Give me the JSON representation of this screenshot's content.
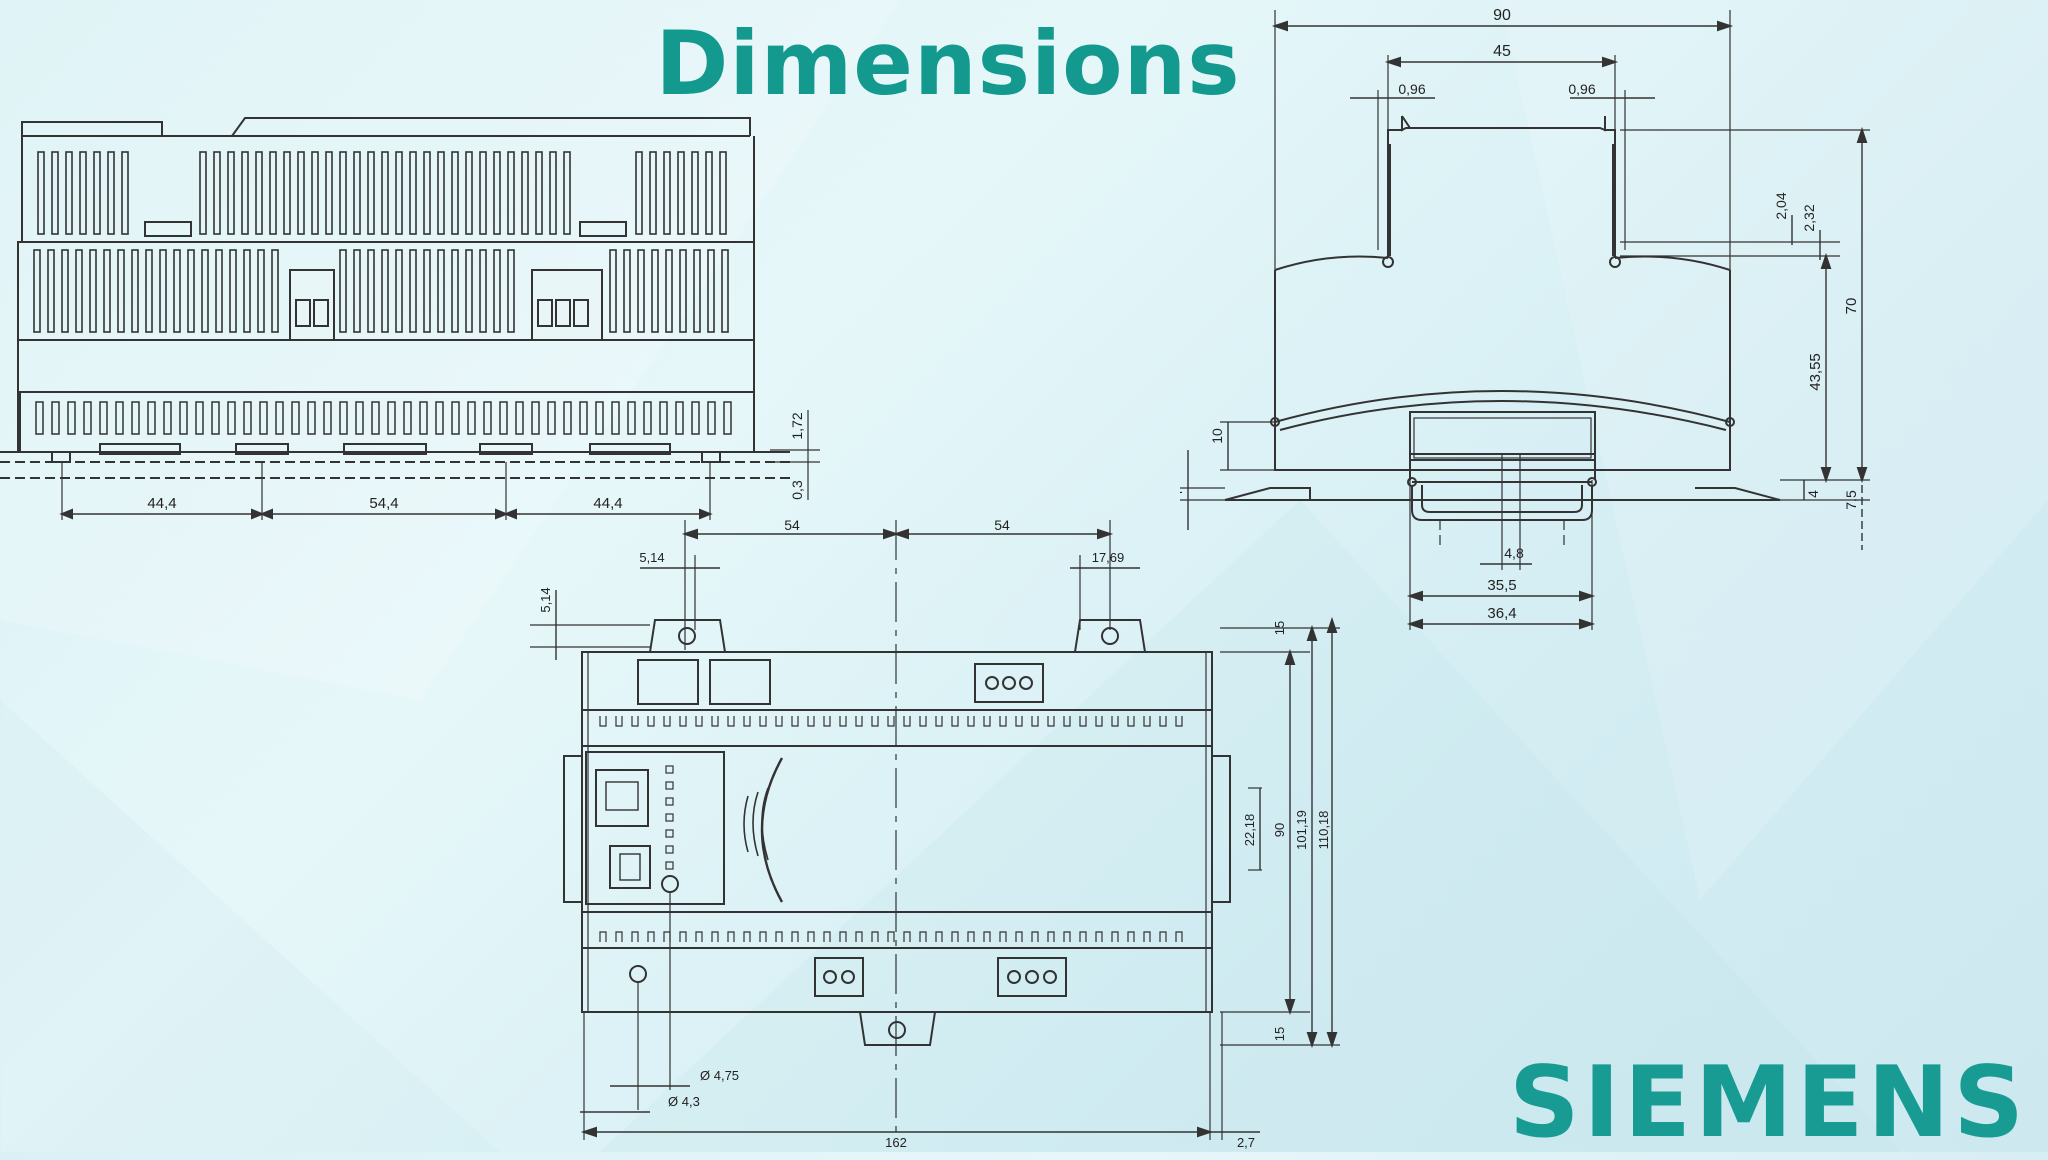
{
  "slide": {
    "title": "Dimensions",
    "brand_logo": "SIEMENS",
    "accent_color": "#14998f",
    "background_color": "#dff3f6"
  },
  "side_view": {
    "dims": [
      "44,4",
      "54,4",
      "44,4",
      "1,72",
      "0,3"
    ]
  },
  "end_view": {
    "dims": [
      "90",
      "45",
      "0,96",
      "0,96",
      "2,04",
      "2,32",
      "70",
      "43,55",
      "10",
      "4",
      "4",
      "7,5",
      "4,8",
      "35,5",
      "36,4"
    ]
  },
  "front_view": {
    "dims": [
      "54",
      "54",
      "5,14",
      "17,69",
      "5,14",
      "15",
      "90",
      "101,19",
      "110,18",
      "22,18",
      "15",
      "Ø 4,75",
      "Ø 4,3",
      "162",
      "2,7"
    ]
  }
}
